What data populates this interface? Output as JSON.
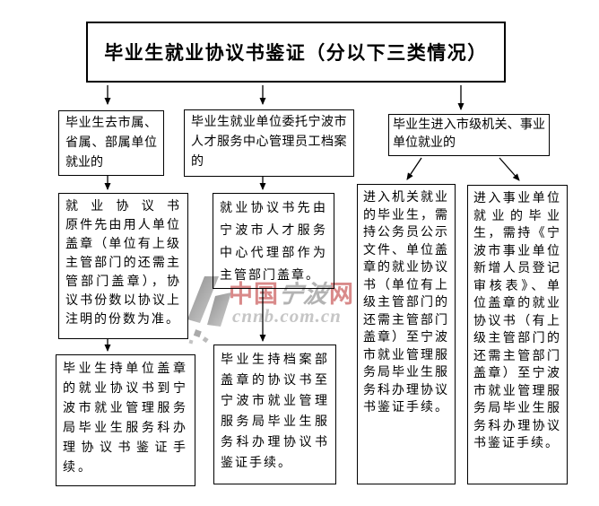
{
  "title": {
    "text": "毕业生就业协议书鉴证（分以下三类情况）"
  },
  "boxes": {
    "col1_step1": "毕业生去市属、省属、部属单位就业的",
    "col1_step2_line1": "就业协议书",
    "col1_step2_rest": "原件先由用人单位盖章（单位有上级主管部门的还需主管部门盖章），协议书份数以协议上注明的份数为准。",
    "col1_step3": "毕业生持单位盖章的就业协议书到宁波市就业管理服务局毕业生服务科办理协议书鉴证手续。",
    "col2_step1": "毕业生就业单位委托宁波市人才服务中心管理员工档案的",
    "col2_step2": "就业协议书先由宁波市人才服务中心代理部作为主管部门盖章。",
    "col2_step3": "毕业生持档案部盖章的协议书至宁波市就业管理服务局毕业生服务科办理协议书鉴证手续。",
    "col3_step1": "毕业生进入市级机关、事业单位就业的",
    "col3_branch_left": "进入机关就业的毕业生，需持公务员公示文件、单位盖章的就业协议书（单位有上级主管部门的还需主管部门盖章）至宁波市就业管理服务局毕业生服务科办理协议书鉴证手续。",
    "col3_branch_right": "进入事业单位就业的毕业生，需持《宁波市事业单位新增人员登记审核表》、单位盖章的就业协议书（有上级主管部门的还需主管部门盖章）至宁波市就业管理服务局毕业生服务科办理协议书鉴证手续。"
  },
  "watermark": {
    "brand_left": "中国",
    "brand_script": "宁波",
    "brand_right": "网",
    "domain": "cnnb.com.cn",
    "colors": {
      "red": "#d98a8a",
      "gray": "#b3b3b3",
      "domain_gray": "#c6c6c6"
    }
  }
}
